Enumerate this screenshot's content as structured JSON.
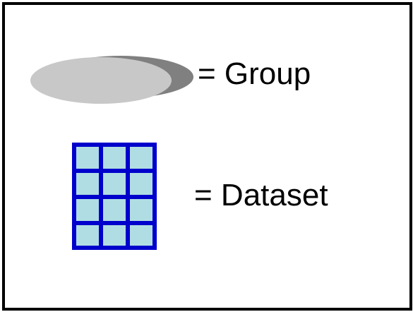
{
  "legend": {
    "items": [
      {
        "icon": "group-ellipse-icon",
        "label": "= Group",
        "colors": {
          "fill": "#c8c8c8",
          "shadow": "#808080"
        }
      },
      {
        "icon": "dataset-grid-icon",
        "label": "= Dataset",
        "colors": {
          "fill": "#b0dde3",
          "stroke": "#0000cc"
        },
        "grid": {
          "rows": 4,
          "columns": 3
        }
      }
    ],
    "colors": {
      "border": "#000000",
      "background": "#ffffff"
    }
  }
}
